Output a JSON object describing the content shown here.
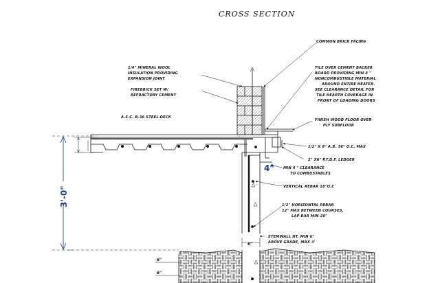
{
  "title": "CROSS SECTION",
  "labels": {
    "brick_facing": "COMMON BRICK FACING",
    "insulation": [
      "1/4\" MINERAL WOOL",
      "INSULATION PROVIDING",
      "EXPANSION JOINT"
    ],
    "tile_backer": [
      "TILE OVER CEMENT BACKER",
      "BOARD PROVIDING MIN 4 \"",
      "NONCOMBUSTIBLE MATERIAL",
      "AROUND ENTIRE HEATER.",
      "SEE CLEARANCE DETAIL FOR",
      "TILE HEARTH COVERAGE IN",
      "FRONT OF LOADING DOORS"
    ],
    "firebrick": [
      "FIREBRICK SET W/",
      "REFRACTORY CEMENT"
    ],
    "steel_deck": "A.S.C. B-36 STEEL DECK",
    "wood_floor": [
      "FINISH WOOD FLOOR OVER",
      "PLY SUBFLOOR"
    ],
    "anchor_bolt": "1/2\" X 8\" A.B. 36\" O.C. MAX",
    "ledger": "2\" X6\" P.T.D.F. LEDGER",
    "clearance": [
      "MIN 4 \" CLEARANCE",
      "TO COMBUSTABLES"
    ],
    "vertical_rebar": "VERTICAL REBAR 18\"O.C",
    "horizontal_rebar": [
      "1/2\"  HORIZONTAL REBAR",
      "12\" MAX BETWEEN COURSES,",
      "LAP BAR MIN 20\""
    ],
    "stemwall": [
      "STEMWALL HT. MIN 6\"",
      "ABOVE GRADE, MAX 3'"
    ]
  },
  "dimensions": {
    "height": "3'-0\"",
    "clearance": "4\"",
    "wall_width": "6\"",
    "footing_1": "6\"",
    "footing_2": "6\""
  }
}
